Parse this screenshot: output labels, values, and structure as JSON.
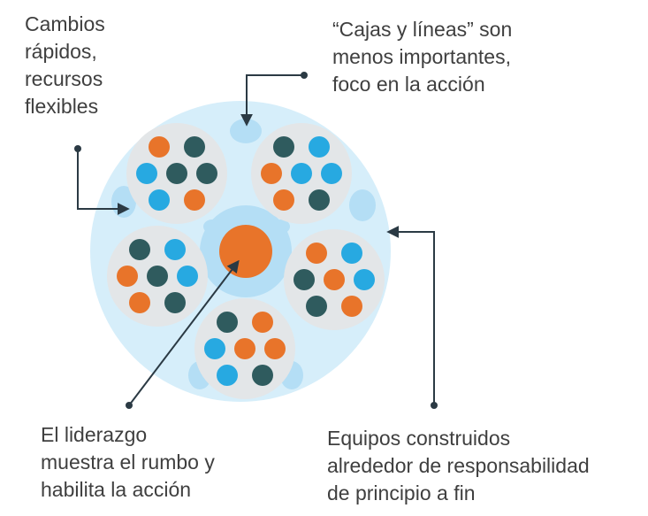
{
  "colors": {
    "orange": "#e8742a",
    "teal": "#2f5b5e",
    "blue": "#27a9e1",
    "pod": "#e3e6e8",
    "outer_circle": "#d6eefa",
    "flow": "#b4def5",
    "leader": "#e8742a",
    "connector": "#2b3a44",
    "text": "#3f3f3f"
  },
  "labels": {
    "top_left": [
      "Cambios",
      "rápidos,",
      "recursos",
      "flexibles"
    ],
    "top_right": [
      "“Cajas y líneas” son",
      "menos importantes,",
      "foco en la acción"
    ],
    "bottom_left": [
      "El liderazgo",
      "muestra el rumbo y",
      "habilita la acción"
    ],
    "bottom_right": [
      "Equipos construidos",
      "alrededor de responsabilidad",
      "de principio a fin"
    ]
  },
  "teams": [
    {
      "name": "team-top-left",
      "members": [
        "orange",
        "teal",
        "blue",
        "teal",
        "teal",
        "blue",
        "orange"
      ]
    },
    {
      "name": "team-top-right",
      "members": [
        "teal",
        "blue",
        "orange",
        "blue",
        "blue",
        "orange",
        "teal"
      ]
    },
    {
      "name": "team-left",
      "members": [
        "teal",
        "blue",
        "orange",
        "teal",
        "blue",
        "orange",
        "teal"
      ]
    },
    {
      "name": "team-right",
      "members": [
        "orange",
        "blue",
        "teal",
        "orange",
        "blue",
        "teal",
        "orange"
      ]
    },
    {
      "name": "team-bottom",
      "members": [
        "teal",
        "orange",
        "blue",
        "orange",
        "orange",
        "blue",
        "teal"
      ]
    }
  ]
}
